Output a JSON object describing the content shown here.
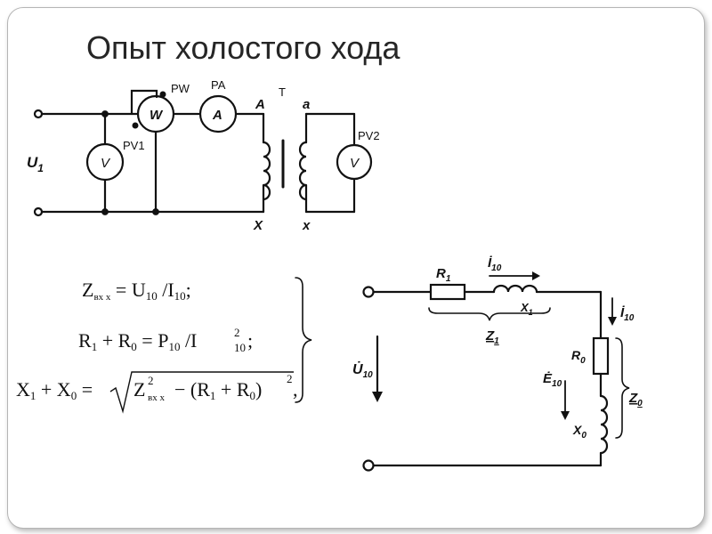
{
  "slide": {
    "title": "Опыт холостого хода"
  },
  "circuit1": {
    "source_label": "U",
    "source_sub": "1",
    "voltmeter1_symbol": "V",
    "voltmeter1_tag": "PV1",
    "wattmeter_symbol": "W",
    "wattmeter_tag": "PW",
    "ammeter_symbol": "A",
    "ammeter_tag": "PA",
    "transformer_tag": "T",
    "term_A": "A",
    "term_X": "X",
    "term_a": "a",
    "term_x": "x",
    "voltmeter2_symbol": "V",
    "voltmeter2_tag": "PV2"
  },
  "formulas": {
    "f1_lhs": "Z",
    "f1_lhs_sub": "вх х",
    "f1_eq": " = U",
    "f1_sub2": "10",
    "f1_div": " /I",
    "f1_sub3": "10",
    "f1_end": ";",
    "f2_r1": "R",
    "f2_r1_sub": "1",
    "f2_plus": " + R",
    "f2_r0_sub": "0",
    "f2_eq": " = P",
    "f2_p_sub": "10",
    "f2_div": " /I",
    "f2_i_sup": "2",
    "f2_i_sub": "10",
    "f2_end": ";",
    "f3_x1": "X",
    "f3_x1_sub": "1",
    "f3_plus": " + X",
    "f3_x0_sub": "0",
    "f3_eq": " = ",
    "f3_z": "Z",
    "f3_z_sup": "2",
    "f3_z_sub": "вх х",
    "f3_minus": " − (R",
    "f3_r1_sub": "1",
    "f3_plus2": " + R",
    "f3_r0_sub": "0",
    "f3_close": ")",
    "f3_sup": "2",
    "f3_end": ","
  },
  "circuit2": {
    "r1_label": "R",
    "r1_sub": "1",
    "i10_top": "İ",
    "i10_top_sub": "10",
    "x1_label": "X",
    "x1_sub": "1",
    "z1_label": "Z",
    "z1_sub": "1",
    "i10_right": "İ",
    "i10_right_sub": "10",
    "r0_label": "R",
    "r0_sub": "0",
    "e10_label": "Ė",
    "e10_sub": "10",
    "x0_label": "X",
    "x0_sub": "0",
    "z0_label": "Z",
    "z0_sub": "0",
    "u10_label": "U̇",
    "u10_sub": "10"
  },
  "colors": {
    "ink": "#111111",
    "title": "#262626",
    "frame": "#b5b5b5"
  }
}
